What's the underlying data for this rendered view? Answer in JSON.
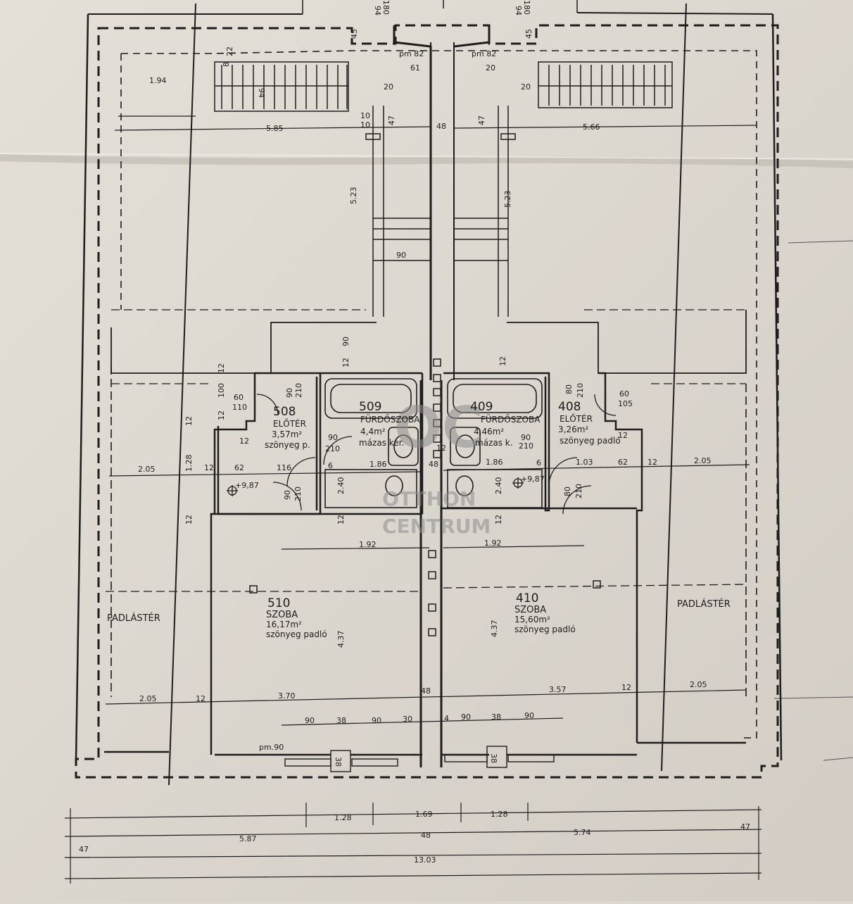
{
  "colors": {
    "paper": "#dcd7cf",
    "ink": "#1e1e1e",
    "watermark": "#8e8e8e"
  },
  "watermark": {
    "logo": "OC",
    "line1": "OTTHON",
    "line2": "CENTRUM"
  },
  "rooms": {
    "r510": {
      "number": "510",
      "name": "SZOBA",
      "area_label": "16,17m²",
      "floor": "szönyeg padló"
    },
    "r410": {
      "number": "410",
      "name": "SZOBA",
      "area_label": "15,60m²",
      "floor": "szönyeg padló"
    },
    "r509": {
      "number": "509",
      "name": "FÜRDŐSZOBA",
      "area_label": "4,4m²",
      "floor": "mázas ker."
    },
    "r409": {
      "number": "409",
      "name": "FÜRDŐSZOBA",
      "area_label": "4,46m²",
      "floor": "mázas k."
    },
    "r508": {
      "number": "508",
      "name": "ELŐTÉR",
      "area_label": "3,57m²",
      "floor": "szönyeg p."
    },
    "r408": {
      "number": "408",
      "name": "ELŐTÉR",
      "area_label": "3,26m²",
      "floor": "szönyeg padló"
    },
    "attic_left": {
      "name": "PADLÁSTÉR"
    },
    "attic_right": {
      "name": "PADLÁSTÉR"
    }
  },
  "dims": {
    "d94a": "94",
    "d180a": "180",
    "d94b": "94",
    "d180b": "180",
    "d45a": "45",
    "d45b": "45",
    "pm82a": "pm 82",
    "pm82b": "pm 82",
    "d61": "61",
    "d20a": "20",
    "d20b": "20",
    "d20c": "20",
    "d194": "1.94",
    "d94s": "94",
    "d8": "8",
    "d22": "22",
    "d10a": "10",
    "d10b": "10",
    "d47s": "47",
    "d48top": "48",
    "d47t": "47",
    "d585": "5.85",
    "d566": "5.66",
    "d523a": "5.23",
    "d523b": "5.23",
    "d90stair": "90",
    "d90a": "90",
    "d12a": "12",
    "d12b": "12",
    "d12c": "12",
    "d12d": "12",
    "d100": "100",
    "d60a": "60",
    "d110": "110",
    "d90b": "90",
    "d210a": "210",
    "d210b": "210",
    "d80a": "80",
    "d60b": "60",
    "d105": "105",
    "d12e": "12",
    "d12f": "12",
    "d12g": "12",
    "d90c": "90",
    "d210c": "210",
    "d90d": "90",
    "d210d": "210",
    "d6a": "6",
    "d6b": "6",
    "d186a": "1.86",
    "d186b": "1.86",
    "d48mid": "48",
    "d12h": "12",
    "d205a": "2.05",
    "d128v": "1.28",
    "d12i": "12",
    "d62a": "62",
    "d116": "116",
    "d103": "1.03",
    "d62b": "62",
    "d12j": "12",
    "d205b": "2.05",
    "d987a": "+9,87",
    "d987b": "+9,87",
    "d90e": "90",
    "d210e": "210",
    "d240a": "2.40",
    "d240b": "2.40",
    "d80b": "80",
    "d210f": "210",
    "d12k": "12",
    "d12l": "12",
    "d12m": "12",
    "d192a": "1.92",
    "d192b": "1.92",
    "d437a": "4.37",
    "d437b": "4.37",
    "d205c": "2.05",
    "d12n": "12",
    "d370": "3.70",
    "d48b": "48",
    "d357": "3.57",
    "d12o": "12",
    "d205d": "2.05",
    "d90f": "90",
    "d38a": "38",
    "d90g": "90",
    "d30a": "30",
    "d4": "4",
    "d90h": "90",
    "d38b": "38",
    "d90i": "90",
    "pm90": "pm.90",
    "d38c": "38",
    "d38d": "38",
    "d128a": "1.28",
    "d169": "1.69",
    "d128b": "1.28",
    "d47a": "47",
    "d587": "5.87",
    "d48c": "48",
    "d574": "5.74",
    "d47b": "47",
    "d1303": "13.03"
  }
}
